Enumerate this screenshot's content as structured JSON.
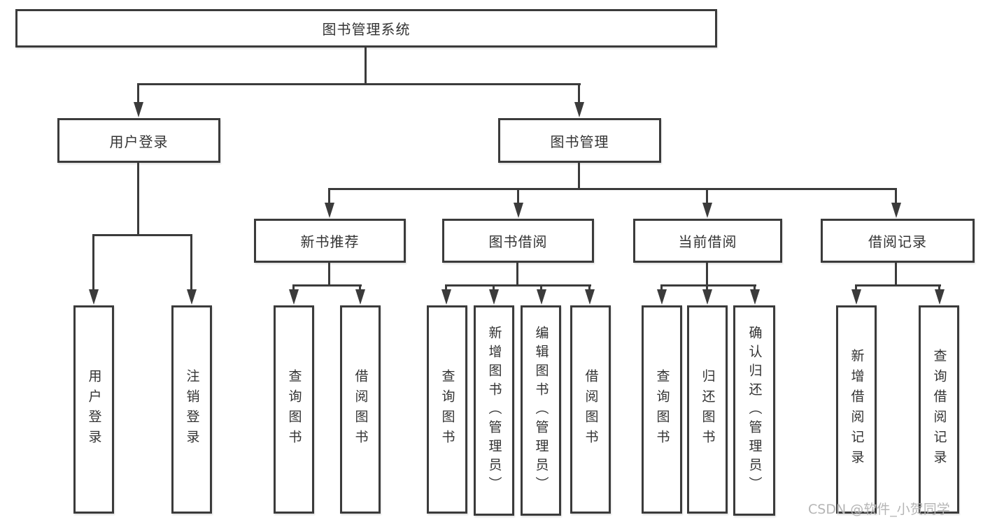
{
  "diagram": {
    "root": {
      "label": "图书管理系统"
    },
    "branches": [
      {
        "label": "用户登录",
        "leaves": [
          "用户登录",
          "注销登录"
        ]
      },
      {
        "label": "图书管理",
        "groups": [
          {
            "label": "新书推荐",
            "leaves": [
              "查询图书",
              "借阅图书"
            ]
          },
          {
            "label": "图书借阅",
            "leaves": [
              "查询图书",
              "新增图书（管理员）",
              "编辑图书（管理员）",
              "借阅图书"
            ]
          },
          {
            "label": "当前借阅",
            "leaves": [
              "查询图书",
              "归还图书",
              "确认归还（管理员）"
            ]
          },
          {
            "label": "借阅记录",
            "leaves": [
              "新增借阅记录",
              "查询借阅记录"
            ]
          }
        ]
      }
    ],
    "watermark": "CSDN @软件_小贺同学",
    "colors": {
      "line": "#3b3b3b",
      "text": "#333333",
      "watermark": "#b5b5b5",
      "background": "#ffffff"
    }
  }
}
